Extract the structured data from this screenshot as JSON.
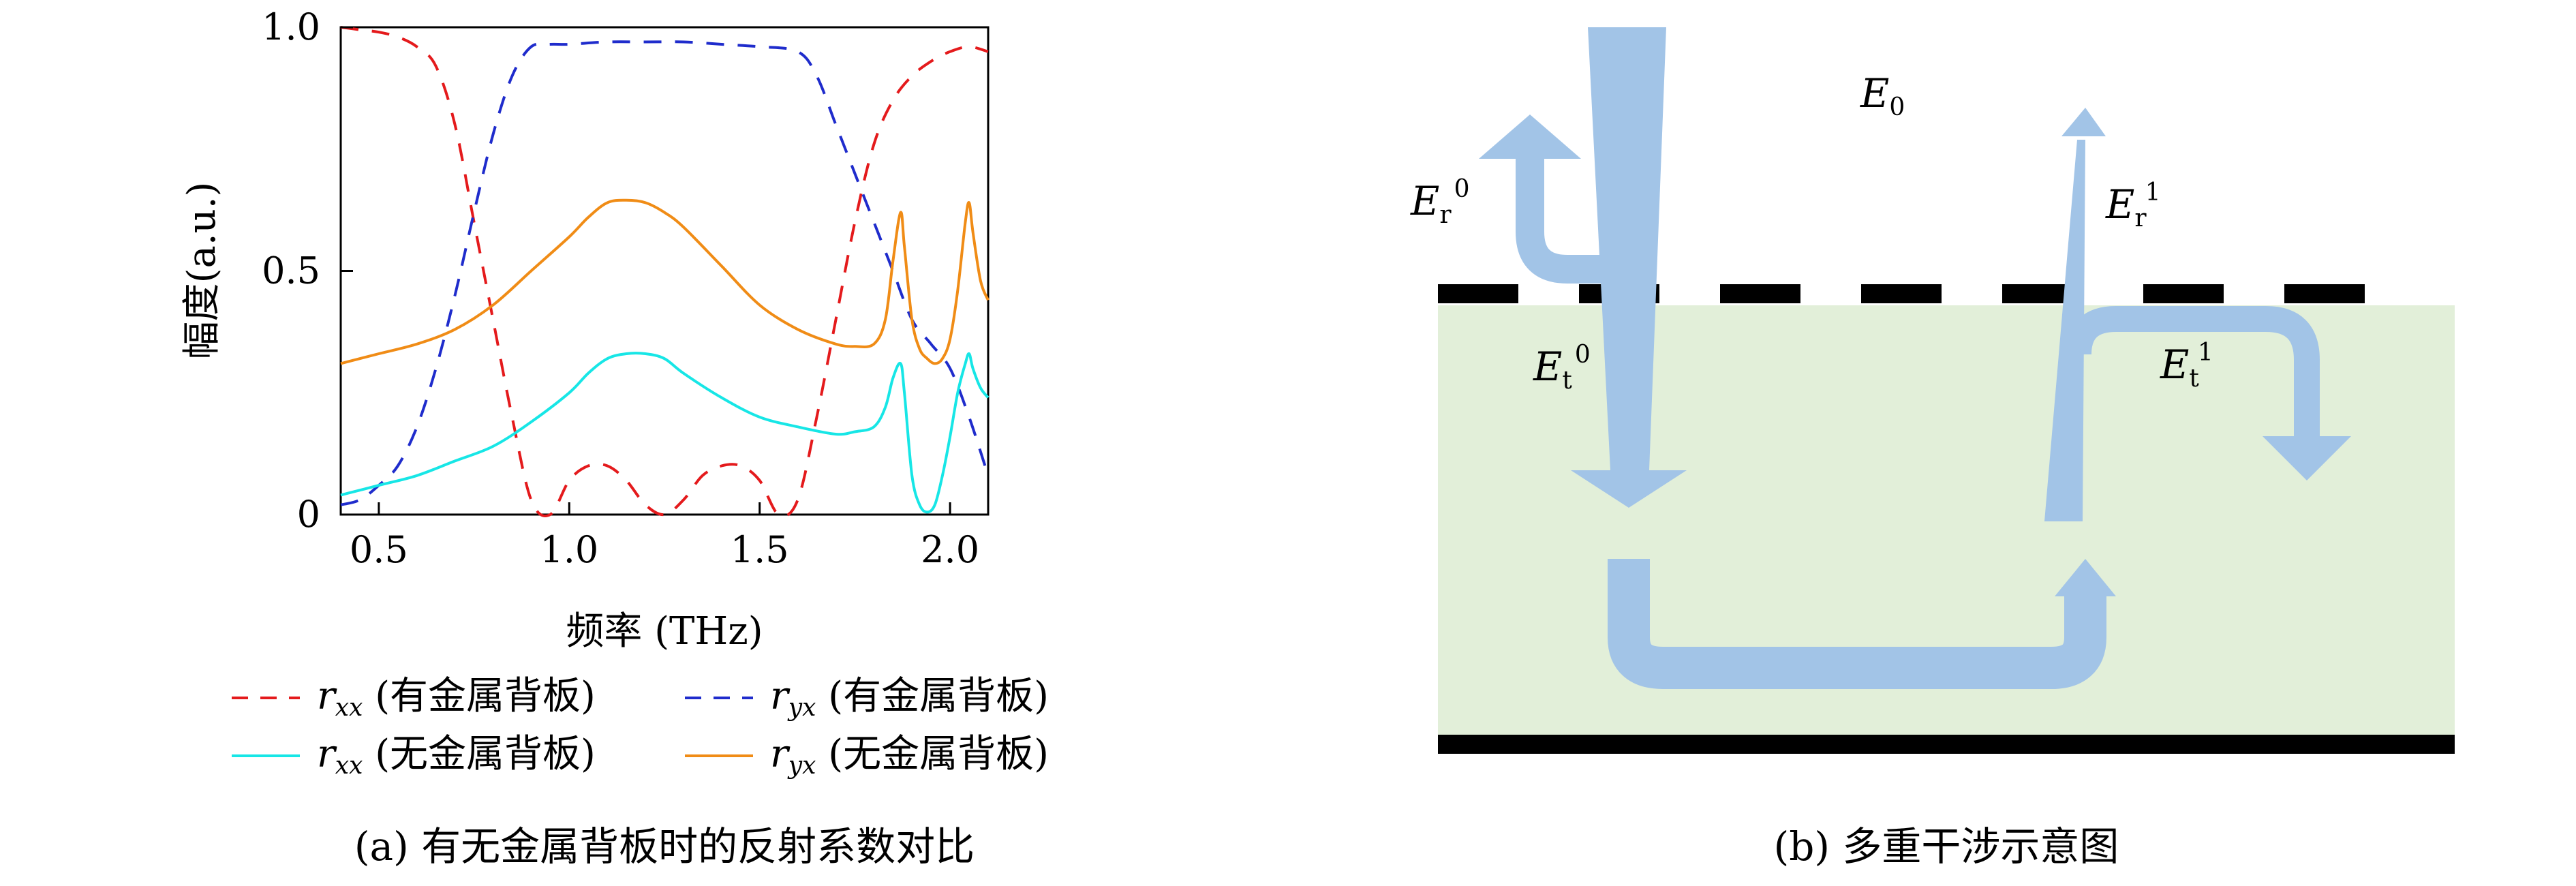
{
  "chart_data": {
    "type": "line",
    "title": "",
    "xlabel": "频率 (THz)",
    "ylabel": "幅度(a.u.)",
    "xlim": [
      0.4,
      2.1
    ],
    "ylim": [
      0,
      1.0
    ],
    "xticks": [
      0.5,
      1.0,
      1.5,
      2.0
    ],
    "xtick_labels": [
      "0.5",
      "1.0",
      "1.5",
      "2.0"
    ],
    "yticks": [
      0,
      0.5,
      1.0
    ],
    "ytick_labels": [
      "0",
      "0.5",
      "1.0"
    ],
    "grid": false,
    "legend_position": "bottom",
    "series": [
      {
        "name": "r_xx (有金属背板)",
        "symbol": "r",
        "sub": "xx",
        "suffix": " (有金属背板)",
        "color": "#e41a1c",
        "dash": "dashed",
        "x": [
          0.4,
          0.45,
          0.5,
          0.55,
          0.6,
          0.65,
          0.7,
          0.75,
          0.8,
          0.85,
          0.9,
          0.95,
          1.0,
          1.05,
          1.1,
          1.15,
          1.2,
          1.25,
          1.3,
          1.35,
          1.4,
          1.45,
          1.5,
          1.55,
          1.6,
          1.65,
          1.7,
          1.75,
          1.8,
          1.85,
          1.9,
          1.95,
          2.0,
          2.05,
          2.1
        ],
        "y": [
          1.0,
          0.995,
          0.99,
          0.98,
          0.96,
          0.92,
          0.8,
          0.6,
          0.4,
          0.2,
          0.03,
          0.0,
          0.07,
          0.1,
          0.1,
          0.07,
          0.02,
          0.0,
          0.03,
          0.08,
          0.1,
          0.1,
          0.07,
          0.0,
          0.03,
          0.2,
          0.4,
          0.6,
          0.76,
          0.85,
          0.9,
          0.93,
          0.95,
          0.96,
          0.95
        ]
      },
      {
        "name": "r_yx (有金属背板)",
        "symbol": "r",
        "sub": "yx",
        "suffix": " (有金属背板)",
        "color": "#1f2ccc",
        "dash": "dashed",
        "x": [
          0.4,
          0.45,
          0.5,
          0.55,
          0.6,
          0.65,
          0.7,
          0.75,
          0.8,
          0.85,
          0.9,
          0.95,
          1.0,
          1.1,
          1.2,
          1.3,
          1.4,
          1.5,
          1.6,
          1.65,
          1.7,
          1.75,
          1.8,
          1.85,
          1.9,
          1.95,
          2.0,
          2.05,
          2.1
        ],
        "y": [
          0.02,
          0.03,
          0.06,
          0.1,
          0.18,
          0.3,
          0.45,
          0.62,
          0.78,
          0.9,
          0.96,
          0.965,
          0.965,
          0.97,
          0.97,
          0.97,
          0.965,
          0.96,
          0.95,
          0.9,
          0.8,
          0.7,
          0.6,
          0.5,
          0.4,
          0.35,
          0.3,
          0.2,
          0.08
        ]
      },
      {
        "name": "r_xx (无金属背板)",
        "symbol": "r",
        "sub": "xx",
        "suffix": " (无金属背板)",
        "color": "#17e6e6",
        "dash": "solid",
        "x": [
          0.4,
          0.5,
          0.6,
          0.7,
          0.8,
          0.9,
          1.0,
          1.05,
          1.1,
          1.15,
          1.2,
          1.25,
          1.3,
          1.4,
          1.5,
          1.6,
          1.7,
          1.75,
          1.8,
          1.83,
          1.85,
          1.87,
          1.88,
          1.9,
          1.92,
          1.94,
          1.96,
          1.98,
          2.0,
          2.02,
          2.04,
          2.05,
          2.06,
          2.08,
          2.1
        ],
        "y": [
          0.04,
          0.06,
          0.08,
          0.11,
          0.14,
          0.19,
          0.25,
          0.29,
          0.32,
          0.33,
          0.33,
          0.32,
          0.29,
          0.24,
          0.2,
          0.18,
          0.165,
          0.17,
          0.18,
          0.22,
          0.28,
          0.31,
          0.25,
          0.08,
          0.02,
          0.005,
          0.02,
          0.08,
          0.16,
          0.25,
          0.31,
          0.33,
          0.3,
          0.26,
          0.24
        ]
      },
      {
        "name": "r_yx (无金属背板)",
        "symbol": "r",
        "sub": "yx",
        "suffix": " (无金属背板)",
        "color": "#f08c16",
        "dash": "solid",
        "x": [
          0.4,
          0.5,
          0.6,
          0.7,
          0.8,
          0.9,
          1.0,
          1.05,
          1.1,
          1.15,
          1.2,
          1.25,
          1.3,
          1.4,
          1.5,
          1.6,
          1.7,
          1.75,
          1.8,
          1.83,
          1.85,
          1.87,
          1.88,
          1.9,
          1.92,
          1.94,
          1.96,
          1.98,
          2.0,
          2.02,
          2.04,
          2.05,
          2.06,
          2.08,
          2.1
        ],
        "y": [
          0.31,
          0.33,
          0.35,
          0.38,
          0.43,
          0.5,
          0.57,
          0.61,
          0.64,
          0.645,
          0.64,
          0.62,
          0.59,
          0.51,
          0.43,
          0.38,
          0.35,
          0.345,
          0.35,
          0.4,
          0.52,
          0.62,
          0.55,
          0.4,
          0.34,
          0.32,
          0.31,
          0.32,
          0.36,
          0.46,
          0.6,
          0.64,
          0.58,
          0.48,
          0.44
        ]
      }
    ]
  },
  "caption_a": "(a) 有无金属背板时的反射系数对比",
  "diagram": {
    "labels": {
      "e0": "E",
      "e0_sub": "0",
      "er0": "E",
      "er0_sub": "r",
      "er0_sup": "0",
      "er1": "E",
      "er1_sub": "r",
      "er1_sup": "1",
      "et0": "E",
      "et0_sub": "t",
      "et0_sup": "0",
      "et1": "E",
      "et1_sub": "t",
      "et1_sup": "1"
    },
    "colors": {
      "beam": "#a2c4e7",
      "substrate": "#e2efd9",
      "metal": "#000000"
    },
    "caption": "(b) 多重干涉示意图"
  }
}
